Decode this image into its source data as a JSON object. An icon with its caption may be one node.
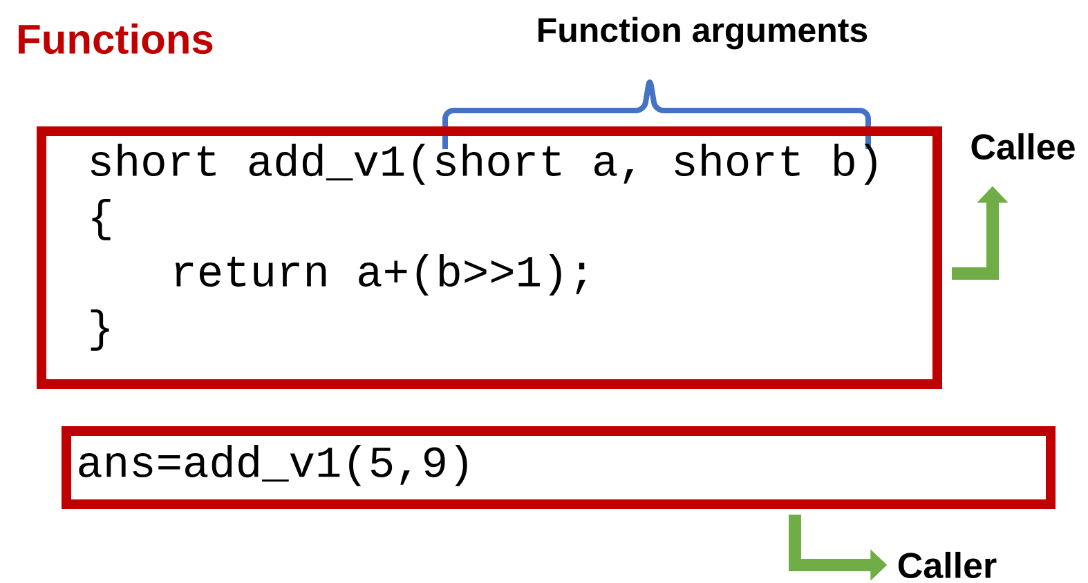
{
  "diagram": {
    "title": "Functions",
    "nodes": [
      {
        "text": [
          "short add_v1(short a, short b)",
          "{",
          "return a+(b>>1);",
          "}"
        ]
      },
      {
        "text": [
          "ans=add_v1(5,9)"
        ]
      },
      {
        "text": [
          "Callee"
        ]
      },
      {
        "text": [
          "Caller"
        ]
      }
    ],
    "edges": [
      {
        "from": 0,
        "to": 2,
        "arrow": "to"
      },
      {
        "from": 1,
        "to": 3,
        "arrow": "to"
      }
    ],
    "labels": [
      "Function arguments"
    ]
  }
}
